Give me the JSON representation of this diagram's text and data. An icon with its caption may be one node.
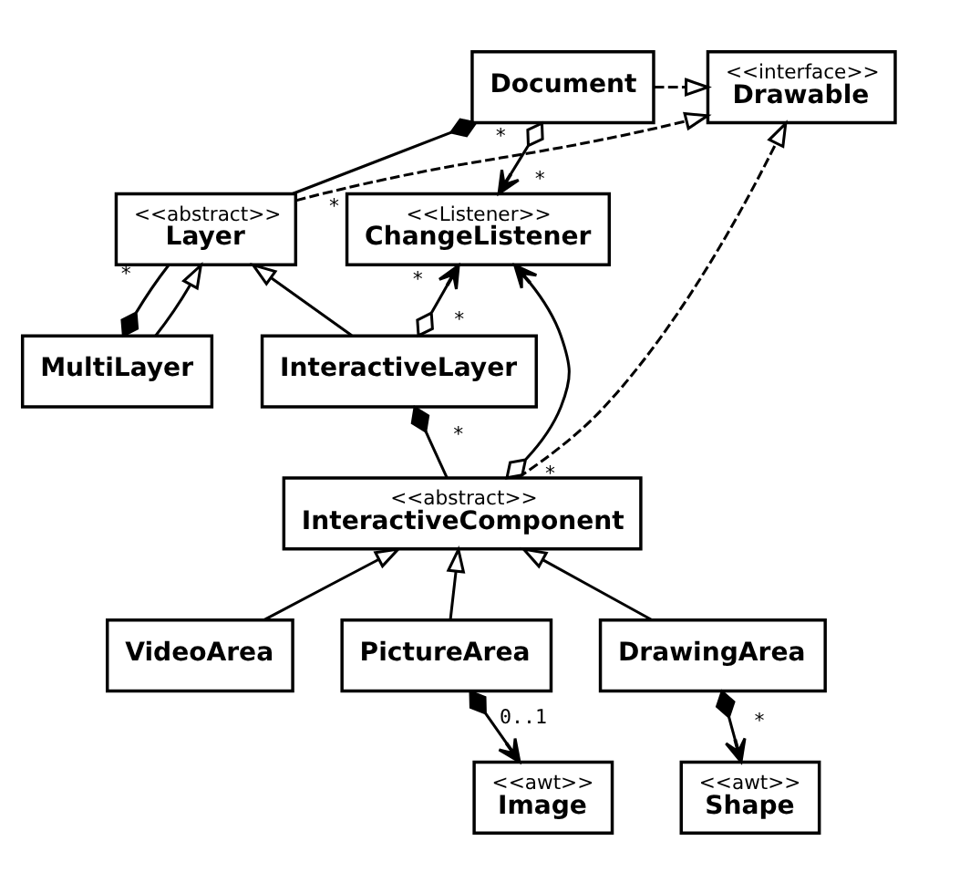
{
  "diagram": {
    "nodes": [
      {
        "text": [
          "Document"
        ]
      },
      {
        "text": [
          "<<interface>>",
          "Drawable"
        ]
      },
      {
        "text": [
          "<<abstract>>",
          "Layer"
        ]
      },
      {
        "text": [
          "<<Listener>>",
          "ChangeListener"
        ]
      },
      {
        "text": [
          "MultiLayer"
        ]
      },
      {
        "text": [
          "InteractiveLayer"
        ]
      },
      {
        "text": [
          "<<abstract>>",
          "InteractiveComponent"
        ]
      },
      {
        "text": [
          "VideoArea"
        ]
      },
      {
        "text": [
          "PictureArea"
        ]
      },
      {
        "text": [
          "DrawingArea"
        ]
      },
      {
        "text": [
          "<<awt>>",
          "Image"
        ]
      },
      {
        "text": [
          "<<awt>>",
          "Shape"
        ]
      }
    ],
    "edges": [
      {
        "from": 0,
        "to": 1,
        "arrow": "to",
        "style": "dashed"
      },
      {
        "from": 0,
        "to": 2,
        "arrow": "other",
        "label": "*"
      },
      {
        "from": 0,
        "to": 3,
        "arrow": "to",
        "label": "*"
      },
      {
        "from": 2,
        "to": 1,
        "arrow": "to",
        "style": "dashed"
      },
      {
        "from": 4,
        "to": 2,
        "arrow": "other",
        "label": "*"
      },
      {
        "from": 4,
        "to": 2,
        "arrow": "to"
      },
      {
        "from": 5,
        "to": 2,
        "arrow": "to"
      },
      {
        "from": 5,
        "to": 3,
        "arrow": "to",
        "label": "*"
      },
      {
        "from": 5,
        "to": 6,
        "arrow": "other",
        "label": "*"
      },
      {
        "from": 6,
        "to": 1,
        "arrow": "to",
        "style": "dashed"
      },
      {
        "from": 6,
        "to": 3,
        "arrow": "to"
      },
      {
        "from": 7,
        "to": 6,
        "arrow": "to"
      },
      {
        "from": 8,
        "to": 6,
        "arrow": "to"
      },
      {
        "from": 9,
        "to": 6,
        "arrow": "to"
      },
      {
        "from": 8,
        "to": 10,
        "arrow": "to",
        "label": "0..1"
      },
      {
        "from": 9,
        "to": 11,
        "arrow": "to",
        "label": "*"
      }
    ],
    "labels": [
      "*",
      "*",
      "*"
    ]
  }
}
